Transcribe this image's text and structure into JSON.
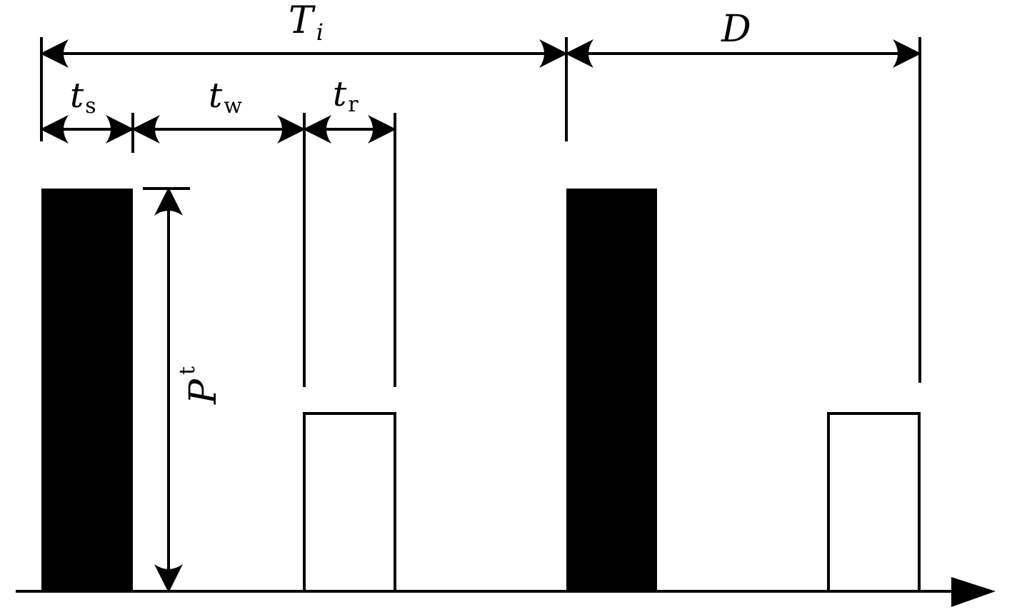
{
  "labels": {
    "Ti": {
      "main": "T",
      "sub": "i"
    },
    "D": {
      "main": "D"
    },
    "ts": {
      "main": "t",
      "sub": "s"
    },
    "tw": {
      "main": "t",
      "sub": "w"
    },
    "tr": {
      "main": "t",
      "sub": "r"
    },
    "Pt": {
      "main": "P",
      "sub": "t"
    }
  },
  "colors": {
    "ink": "#000000",
    "background": "#ffffff"
  }
}
